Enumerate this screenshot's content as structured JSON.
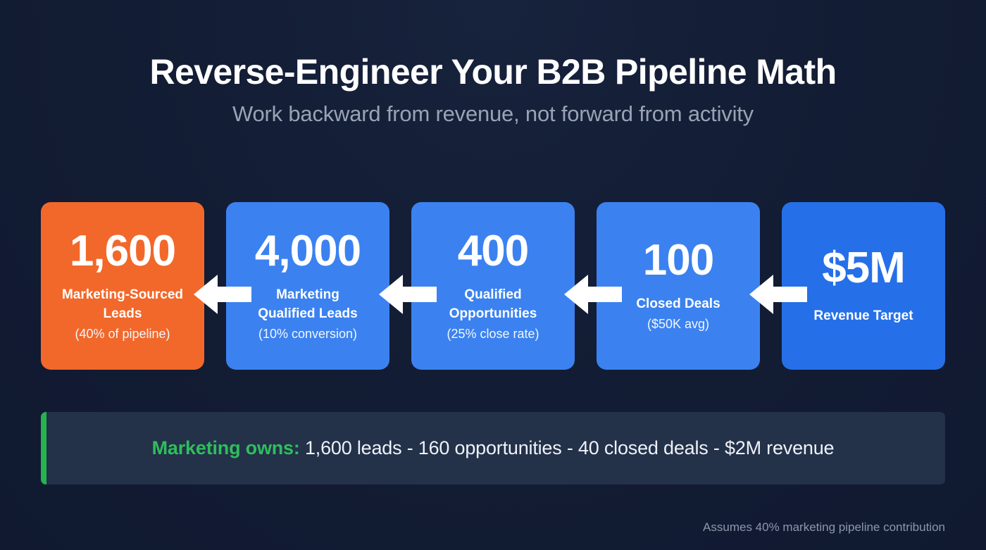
{
  "header": {
    "title": "Reverse-Engineer Your B2B Pipeline Math",
    "subtitle": "Work backward from revenue, not forward from activity"
  },
  "colors": {
    "background": "#131E35",
    "card_highlight": "#F2682A",
    "card_blue": "#3B82F0",
    "card_blue_deep": "#2570E8",
    "accent_green": "#26B24F",
    "callout_background": "#233149",
    "arrow": "#FFFFFF",
    "subtitle": "#9AA3B4",
    "footer": "#8D97AA"
  },
  "funnel": {
    "direction": "right-to-left",
    "arrow_icon": "arrow-left-icon",
    "cards": [
      {
        "value": "1,600",
        "label": "Marketing-Sourced\nLeads",
        "note": "(40% of pipeline)",
        "color": "#F2682A",
        "highlight": true
      },
      {
        "value": "4,000",
        "label": "Marketing\nQualified Leads",
        "note": "(10% conversion)",
        "color": "#3B82F0",
        "highlight": false
      },
      {
        "value": "400",
        "label": "Qualified\nOpportunities",
        "note": "(25% close rate)",
        "color": "#3B82F0",
        "highlight": false
      },
      {
        "value": "100",
        "label": "Closed Deals",
        "note": "($50K avg)",
        "color": "#3B82F0",
        "highlight": false
      },
      {
        "value": "$5M",
        "label": "Revenue Target",
        "note": "",
        "color": "#2570E8",
        "highlight": false
      }
    ]
  },
  "callout": {
    "lead_label": "Marketing owns:",
    "body": " 1,600 leads - 160 opportunities - 40 closed deals - $2M revenue"
  },
  "footer": {
    "note": "Assumes 40% marketing pipeline contribution"
  }
}
